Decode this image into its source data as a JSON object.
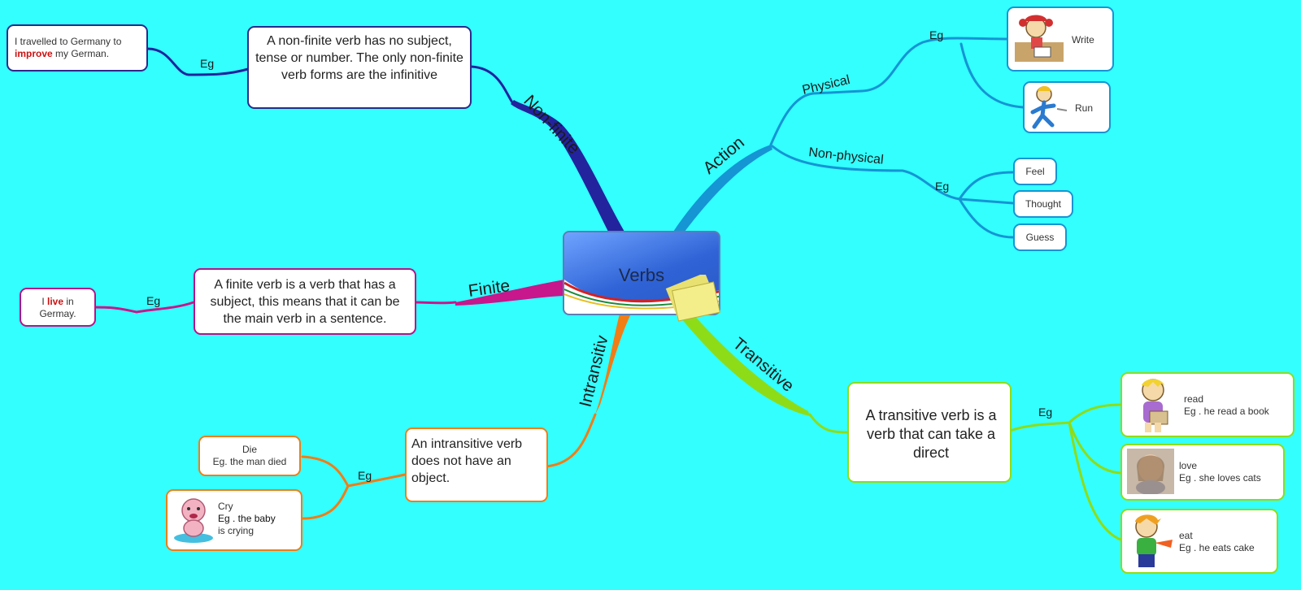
{
  "center": {
    "title": "Verbs"
  },
  "branches": {
    "nonfinite": {
      "label": "Non-finite",
      "color": "#23239e"
    },
    "action": {
      "label": "Action",
      "color": "#1595d4"
    },
    "finite": {
      "label": "Finite",
      "color": "#c8168c"
    },
    "intransitive": {
      "label": "Intransitiv",
      "color": "#f07d16"
    },
    "transitive": {
      "label": "Transitive",
      "color": "#8edc18"
    }
  },
  "sub": {
    "physical": "Physical",
    "nonphysical": "Non-physical",
    "eg": "Eg"
  },
  "nodes": {
    "nonfinite_def": "A non-finite verb has no subject, tense or number. The only non-finite verb forms are the infinitive",
    "nonfinite_example": {
      "pre": "I travelled to Germany to ",
      "hl": "improve",
      "post": " my German."
    },
    "finite_def": "A finite verb is a verb that has a subject, this means that it can be the main verb in a sentence.",
    "finite_example": {
      "pre": "I ",
      "hl": "live",
      "post": " in Germay."
    },
    "intransitive_def": "An intransitive verb does not have an object.",
    "die": {
      "word": "Die",
      "eg": "Eg. the man died"
    },
    "cry": {
      "word": "Cry",
      "eg": "Eg . the baby",
      "eg2": "is crying"
    },
    "transitive_def": "A transitive verb is a verb that can take a direct",
    "read": {
      "word": "read",
      "eg": "Eg . he read a book"
    },
    "love": {
      "word": "love",
      "eg": "Eg . she loves cats"
    },
    "eat": {
      "word": "eat",
      "eg": "Eg . he eats cake"
    },
    "write": "Write",
    "run": "Run",
    "feel": "Feel",
    "thought": "Thought",
    "guess": "Guess"
  }
}
